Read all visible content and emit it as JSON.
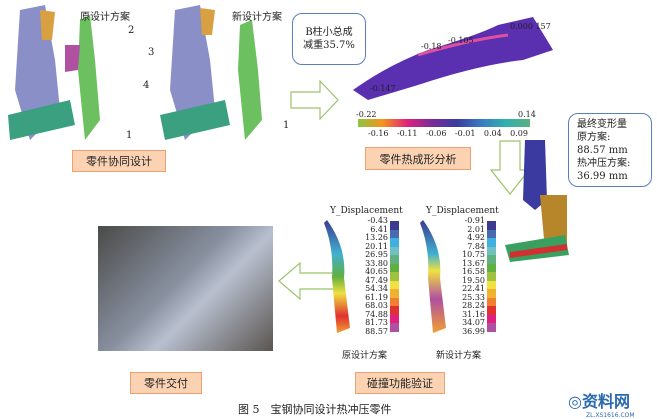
{
  "top_left": {
    "original_label": "原设计方案",
    "new_label": "新设计方案",
    "callouts": [
      "2",
      "3",
      "4",
      "1"
    ],
    "new_callout": "1",
    "box": "零件协同设计"
  },
  "analysis": {
    "note_line1": "B柱小总成",
    "note_line2": "减重35.7%",
    "values": [
      "0.000 157",
      "-0.18",
      "-0.105",
      "-0.147"
    ],
    "colorbar_min": "-0.22",
    "colorbar_max": "0.14",
    "ticks": [
      "-0.16",
      "-0.11",
      "-0.06",
      "-0.01",
      "0.04",
      "0.09"
    ],
    "box": "零件热成形分析"
  },
  "deformation": {
    "title": "最终变形量",
    "orig_label": "原方案:",
    "orig_value": "88.57 mm",
    "hot_label": "热冲压方案:",
    "hot_value": "36.99 mm"
  },
  "crash": {
    "legend_title": "Y_Displacement",
    "original_values": [
      "-0.43",
      "6.41",
      "13.26",
      "20.11",
      "26.95",
      "33.80",
      "40.65",
      "47.49",
      "54.34",
      "61.19",
      "68.03",
      "74.88",
      "81.73",
      "88.57"
    ],
    "new_values": [
      "-0.91",
      "2.01",
      "4.92",
      "7.84",
      "10.75",
      "13.67",
      "16.58",
      "19.50",
      "22.41",
      "25.33",
      "28.24",
      "31.16",
      "34.07",
      "36.99"
    ],
    "original_caption": "原设计方案",
    "new_caption": "新设计方案",
    "box": "碰撞功能验证"
  },
  "delivery": {
    "box": "零件交付"
  },
  "caption": "图 5　宝钢协同设计热冲压零件",
  "watermark": {
    "text": "资料网",
    "url_text": "ZL.XS1616.COM"
  },
  "colors": {
    "box_fill": "#fbd3b3",
    "arrow": "#9bc46a",
    "note_border": "#5a7fc0"
  }
}
